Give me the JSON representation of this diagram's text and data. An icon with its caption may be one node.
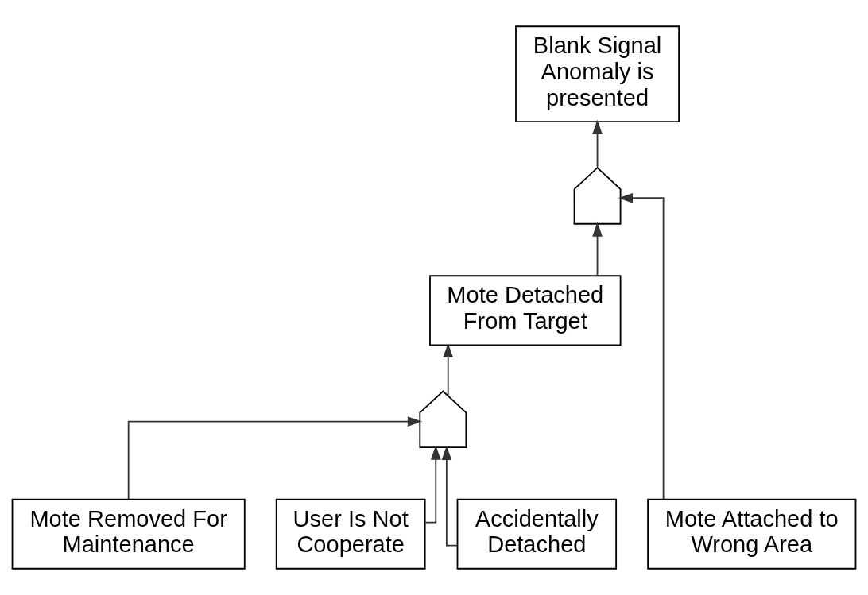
{
  "diagram": {
    "nodes": [
      {
        "text": [
          "Blank Signal Anomaly is presented"
        ]
      },
      {
        "text": [],
        "shape": "gate"
      },
      {
        "text": [
          "Mote Detached From Target"
        ]
      },
      {
        "text": [],
        "shape": "gate"
      },
      {
        "text": [
          "Mote Removed For Maintenance"
        ]
      },
      {
        "text": [
          "User Is Not Cooperate"
        ]
      },
      {
        "text": [
          "Accidentally Detached"
        ]
      },
      {
        "text": [
          "Mote Attached to Wrong Area"
        ]
      }
    ],
    "edges": [
      {
        "from": 1,
        "to": 0,
        "arrow": "to"
      },
      {
        "from": 2,
        "to": 1,
        "arrow": "to"
      },
      {
        "from": 7,
        "to": 1,
        "arrow": "to"
      },
      {
        "from": 3,
        "to": 2,
        "arrow": "to"
      },
      {
        "from": 4,
        "to": 3,
        "arrow": "to"
      },
      {
        "from": 5,
        "to": 3,
        "arrow": "to"
      },
      {
        "from": 6,
        "to": 3,
        "arrow": "to"
      }
    ]
  }
}
